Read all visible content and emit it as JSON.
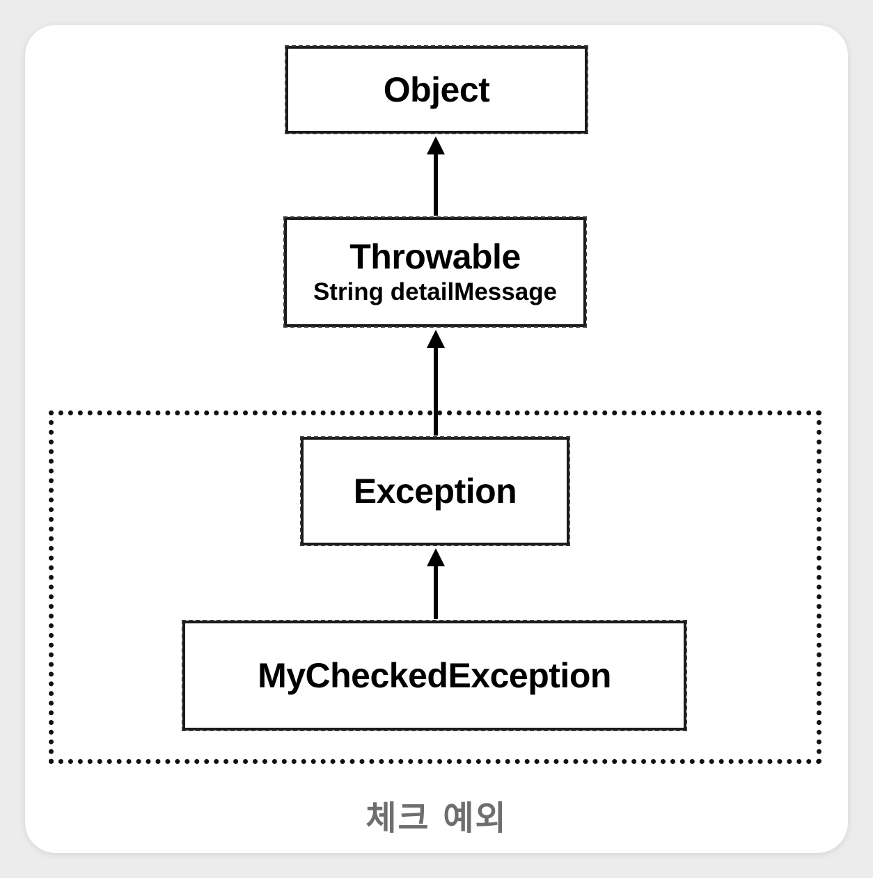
{
  "diagram": {
    "nodes": {
      "object": {
        "title": "Object"
      },
      "throwable": {
        "title": "Throwable",
        "member": "String detailMessage"
      },
      "exception": {
        "title": "Exception"
      },
      "my_checked_exception": {
        "title": "MyCheckedException"
      }
    },
    "edges": [
      {
        "from": "throwable",
        "to": "object"
      },
      {
        "from": "exception",
        "to": "throwable"
      },
      {
        "from": "my_checked_exception",
        "to": "exception"
      }
    ],
    "group": {
      "label": "체크 예외",
      "members": [
        "exception",
        "my_checked_exception"
      ]
    }
  }
}
